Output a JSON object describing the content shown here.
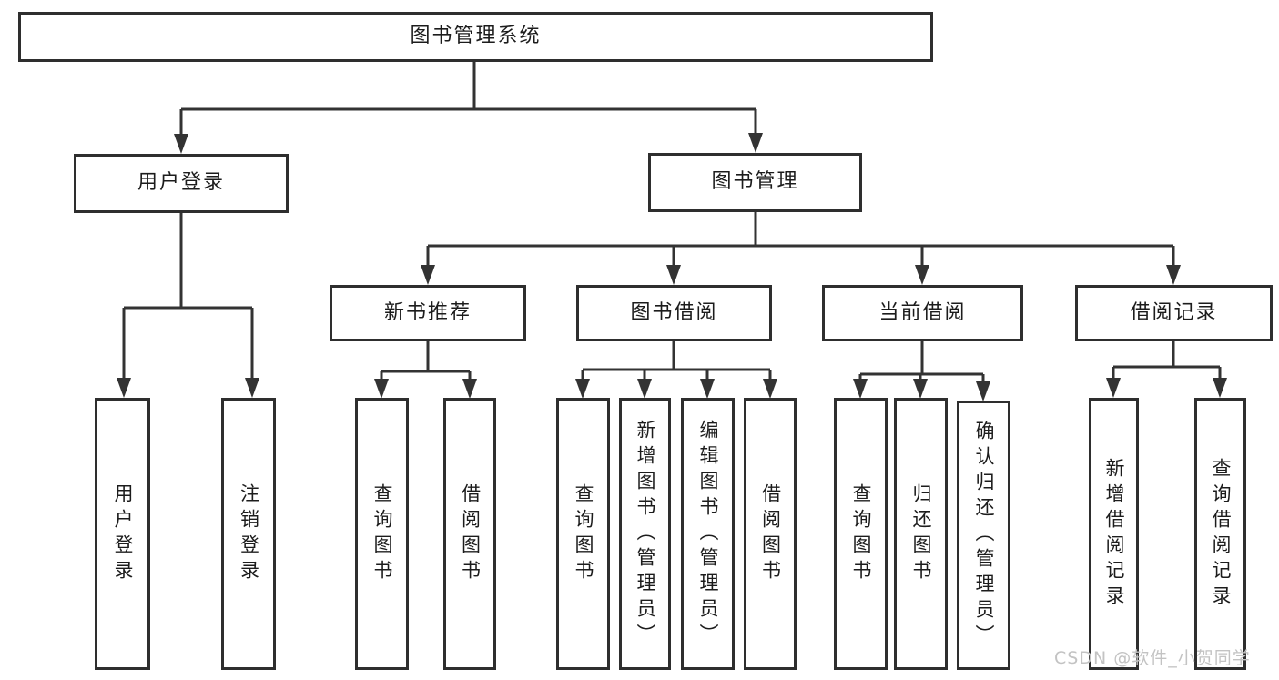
{
  "diagram": {
    "type": "hierarchy-tree",
    "colors": {
      "line": "#333333",
      "border": "#2e2e2e",
      "text": "#1c1c1c",
      "background": "#ffffff",
      "watermark": "#c3c3c3"
    },
    "tree": {
      "root": {
        "label": "图书管理系统"
      },
      "level2": [
        {
          "label": "用户登录",
          "parent": "图书管理系统"
        },
        {
          "label": "图书管理",
          "parent": "图书管理系统"
        }
      ],
      "level3": [
        {
          "label": "新书推荐",
          "parent": "图书管理"
        },
        {
          "label": "图书借阅",
          "parent": "图书管理"
        },
        {
          "label": "当前借阅",
          "parent": "图书管理"
        },
        {
          "label": "借阅记录",
          "parent": "图书管理"
        }
      ],
      "leaves": [
        {
          "label": "用户登录",
          "parent": "用户登录"
        },
        {
          "label": "注销登录",
          "parent": "用户登录"
        },
        {
          "label": "查询图书",
          "parent": "新书推荐"
        },
        {
          "label": "借阅图书",
          "parent": "新书推荐"
        },
        {
          "label": "查询图书",
          "parent": "图书借阅"
        },
        {
          "label": "新增图书（管理员）",
          "parent": "图书借阅"
        },
        {
          "label": "编辑图书（管理员）",
          "parent": "图书借阅"
        },
        {
          "label": "借阅图书",
          "parent": "图书借阅"
        },
        {
          "label": "查询图书",
          "parent": "当前借阅"
        },
        {
          "label": "归还图书",
          "parent": "当前借阅"
        },
        {
          "label": "确认归还（管理员）",
          "parent": "当前借阅"
        },
        {
          "label": "新增借阅记录",
          "parent": "借阅记录"
        },
        {
          "label": "查询借阅记录",
          "parent": "借阅记录"
        }
      ]
    }
  },
  "watermark": "CSDN @软件_小贺同学"
}
